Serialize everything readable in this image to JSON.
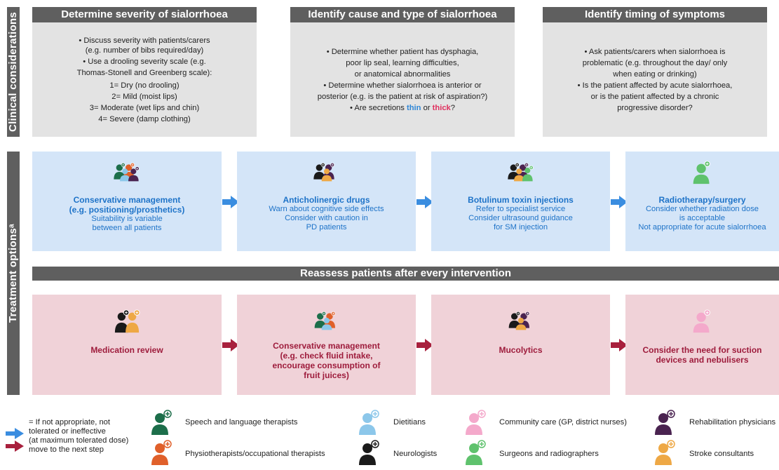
{
  "sidebar": {
    "clinical": "Clinical considerations",
    "treatment": "Treatment optionsᵃ"
  },
  "colors": {
    "speech": "#1c6e4a",
    "physio": "#e0602a",
    "dietitian": "#8cc7ea",
    "neuro": "#1a1a1a",
    "community": "#f4a9cb",
    "surgeon": "#5fc26d",
    "rehab": "#4a2350",
    "stroke": "#eea845",
    "blue_arrow": "#3a8de0",
    "red_arrow": "#a8203d"
  },
  "clinical": [
    {
      "title": "Determine severity of sialorrhoea",
      "lines": [
        "• Discuss severity with patients/carers",
        "(e.g. number of bibs required/day)",
        "• Use a drooling severity scale (e.g.",
        "Thomas-Stonell and Greenberg scale):",
        "1= Dry (no drooling)",
        "2= Mild (moist lips)",
        "3= Moderate (wet lips and chin)",
        "4= Severe (damp clothing)"
      ]
    },
    {
      "title": "Identify cause and type of sialorrhoea",
      "lines": [
        "• Determine whether patient has dysphagia,",
        "poor lip seal, learning difficulties,",
        "or anatomical abnormalities",
        "• Determine whether sialorrhoea is anterior or",
        "posterior (e.g. is the patient at risk of aspiration?)"
      ],
      "last_prefix": "• Are secretions ",
      "thin": "thin",
      "or": " or ",
      "thick": "thick",
      "last_suffix": "?"
    },
    {
      "title": "Identify timing of symptoms",
      "lines": [
        "• Ask patients/carers when sialorrhoea is",
        "problematic (e.g. throughout the day/ only",
        "when eating or drinking)",
        "• Is the patient affected by acute sialorrhoea,",
        "or is the patient affected by a chronic",
        "progressive disorder?"
      ]
    }
  ],
  "treatment": [
    {
      "title": [
        "Conservative management",
        "(e.g. positioning/prosthetics)"
      ],
      "lines": [
        "Suitability is variable",
        "between all patients"
      ]
    },
    {
      "title": [
        "Anticholinergic drugs"
      ],
      "lines": [
        "Warn about cognitive side effects",
        "Consider with caution in",
        "PD patients"
      ]
    },
    {
      "title": [
        "Botulinum toxin injections"
      ],
      "lines": [
        "Refer to specialist service",
        "Consider ultrasound guidance",
        "for SM injection"
      ]
    },
    {
      "title": [
        "Radiotherapy/surgery"
      ],
      "lines": [
        "Consider whether radiation dose",
        "is acceptable",
        "Not appropriate for acute sialorrhoea"
      ]
    }
  ],
  "reassess": "Reassess patients after every intervention",
  "ineffective": [
    {
      "title": [
        "Medication review"
      ]
    },
    {
      "title": [
        "Conservative management",
        "(e.g. check fluid intake,",
        "encourage consumption of",
        "fruit juices)"
      ]
    },
    {
      "title": [
        "Mucolytics"
      ]
    },
    {
      "title": [
        "Consider the need for suction",
        "devices and nebulisers"
      ]
    }
  ],
  "legend": {
    "arrow_text": [
      "= If not appropriate, not",
      "tolerated or ineffective",
      "(at maximum tolerated dose)",
      "move to the next step"
    ],
    "items": [
      {
        "label": "Speech and language therapists"
      },
      {
        "label": "Dietitians"
      },
      {
        "label": "Community care (GP, district nurses)"
      },
      {
        "label": "Rehabilitation physicians"
      },
      {
        "label": "Physiotherapists/occupational therapists"
      },
      {
        "label": "Neurologists"
      },
      {
        "label": "Surgeons and radiographers"
      },
      {
        "label": "Stroke consultants"
      }
    ]
  }
}
